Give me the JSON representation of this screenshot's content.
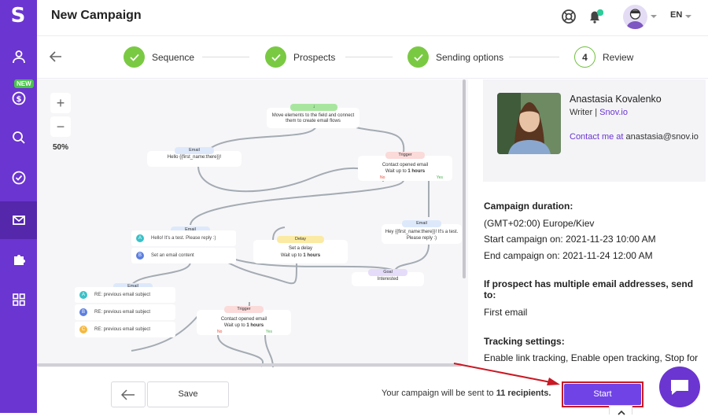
{
  "app": {
    "logo_letter": "S",
    "new_badge": "NEW"
  },
  "sidebar": {
    "items": [
      {
        "name": "prospects",
        "icon": "user-icon"
      },
      {
        "name": "credits",
        "icon": "dollar-icon"
      },
      {
        "name": "search",
        "icon": "search-icon"
      },
      {
        "name": "verifier",
        "icon": "check-circle-icon"
      },
      {
        "name": "campaigns",
        "icon": "mail-icon",
        "active": true
      },
      {
        "name": "integrations",
        "icon": "puzzle-icon"
      },
      {
        "name": "apps",
        "icon": "grid-icon"
      }
    ]
  },
  "header": {
    "title": "New Campaign",
    "language": "EN",
    "notification_dot_color": "#2ecc9a"
  },
  "stepper": {
    "steps": [
      {
        "label": "Sequence",
        "state": "done"
      },
      {
        "label": "Prospects",
        "state": "done"
      },
      {
        "label": "Sending options",
        "state": "done"
      },
      {
        "label": "Review",
        "state": "current",
        "number": "4"
      }
    ]
  },
  "canvas": {
    "zoom_in": "+",
    "zoom_out": "−",
    "zoom_level": "50%",
    "nodes": {
      "start_hint": "Move elements to the field and connect them to create email flows",
      "email1_head": "Email",
      "email1_body": "Hello {{first_name:there}}!",
      "trigger1_head": "Trigger",
      "trigger1_body1": "Contact opened email",
      "trigger1_body2": "Wait up to",
      "trigger1_hours": "1 hours",
      "no_label": "No",
      "yes_label": "Yes",
      "email2_head": "Email",
      "email2_rowA": "Hello! It's a test. Please reply :)",
      "email2_rowB": "Set an email content",
      "delay_head": "Delay",
      "delay_body1": "Set a delay",
      "delay_body2": "Wait up to",
      "delay_hours": "1 hours",
      "email3_head": "Email",
      "email3_body": "Hey {{first_name:there}}! It's a test. Please reply :)",
      "goal_head": "Goal",
      "goal_body": "Interested",
      "email4_head": "Email",
      "email4_rowA": "RE: previous email subject",
      "email4_rowB": "RE: previous email subject",
      "email4_rowC": "RE: previous email subject",
      "trigger2_head": "Trigger",
      "trigger2_body1": "Contact opened email",
      "trigger2_body2": "Wait up to",
      "trigger2_hours": "1 hours",
      "label_a": "A",
      "label_b": "B",
      "label_c": "C"
    }
  },
  "sender": {
    "name": "Anastasia Kovalenko",
    "role": "Writer",
    "separator": " | ",
    "company": "Snov.io",
    "contact_label": "Contact me at",
    "contact_email": "anastasia@snov.io"
  },
  "review": {
    "duration_title": "Campaign duration:",
    "timezone": "(GMT+02:00) Europe/Kiev",
    "start_line": "Start campaign on: 2021-11-23 10:00 AM",
    "end_line": "End campaign on: 2021-11-24 12:00 AM",
    "multiple_title": "If prospect has multiple email addresses, send to:",
    "multiple_value": "First email",
    "tracking_title": "Tracking settings:",
    "tracking_value": "Enable link tracking, Enable open tracking, Stop for"
  },
  "footer": {
    "save_label": "Save",
    "send_info_prefix": "Your campaign will be sent to ",
    "send_info_count": "11 recipients.",
    "start_label": "Start"
  },
  "colors": {
    "brand": "#6b35d1",
    "step_done": "#7ac943",
    "start_button": "#7043e6",
    "annotation_red": "#c91924"
  }
}
